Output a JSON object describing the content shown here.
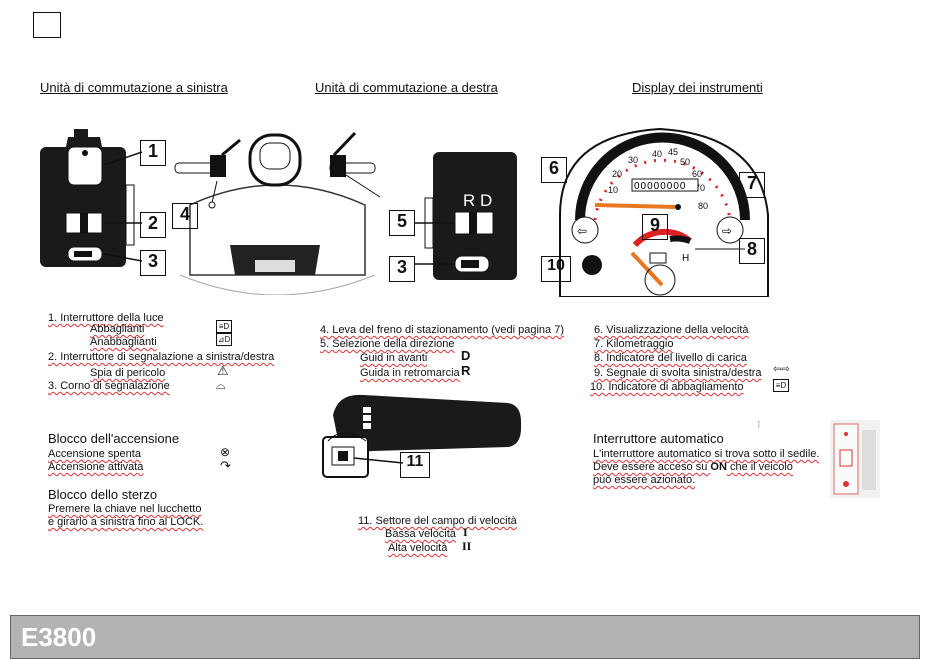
{
  "headings": {
    "left": "Unità di commutazione a sinistra",
    "center": "Unità di commutazione a destra",
    "right": "Display dei instrumenti"
  },
  "callouts": {
    "c1": "1",
    "c2": "2",
    "c3": "3",
    "c4": "4",
    "c5": "5",
    "c3b": "3",
    "c6": "6",
    "c7": "7",
    "c8": "8",
    "c9": "9",
    "c10": "10",
    "c11": "11"
  },
  "switch_right": {
    "rd": "R D"
  },
  "gauge": {
    "odometer": "00000000",
    "h_label": "H",
    "ticks": [
      "10",
      "20",
      "30",
      "40",
      "45",
      "50",
      "60",
      "70",
      "80"
    ]
  },
  "list_left": {
    "item1": "1. Interruttore della luce",
    "abbaglianti": "Abbaglianti",
    "anabbaglianti": "Anabbaglianti",
    "item2": "2. Interruttore di segnalazione a sinistra/destra",
    "spia": "Spia di pericolo",
    "item3": "3. Corno di segnalazione",
    "blocco_title": "Blocco dell'accensione",
    "accensione_spenta": "Accensione spenta",
    "accensione_attivata": "Accensione attivata",
    "sterzo_title": "Blocco dello sterzo",
    "sterzo_line1": "Premere la chiave nel lucchetto",
    "sterzo_line2": "e girarlo a sinistra fino al LOCK."
  },
  "list_center": {
    "item4": "4. Leva del freno di stazionamento (vedi pagina 7)",
    "item5": "5. Selezione della direzione",
    "avanti": "Guid in avanti",
    "avanti_sym": "D",
    "retro": "Guida in retromarcia",
    "retro_sym": "R",
    "item11": "11. Settore del campo di velocità",
    "bassa": "Bassa velocità",
    "bassa_sym": "I",
    "alta": "Alta velocità",
    "alta_sym": "II"
  },
  "list_right": {
    "item6": "6. Visualizzazione della velocità",
    "item7": "7. Kilometraggio",
    "item8": "8. Indicatore del livello di carica",
    "item9": "9. Segnale di svolta sinistra/destra",
    "item10": "10. Indicatore di abbagliamento",
    "auto_title": "Interruttore automatico",
    "auto_line1": "L'interruttore automatico si trova sotto il sedile.",
    "auto_line2_pre": "Deve essere acceso su ",
    "auto_line2_on": "ON",
    "auto_line2_post": " che il veicolo",
    "auto_line3": "può essere azionato.",
    "small_i": "I"
  },
  "footer": {
    "model": "E3800"
  }
}
